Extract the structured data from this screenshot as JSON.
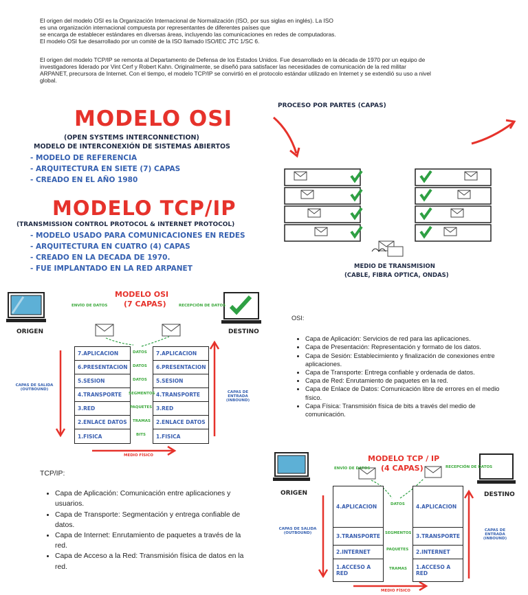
{
  "intro": {
    "p1": [
      "El origen del modelo OSI es la Organización Internacional  de Normalización (ISO, por sus siglas en inglés). La ISO",
      "es una organización internacional compuesta por representantes de diferentes países que",
      "se encarga de establecer estándares  en diversas áreas, incluyendo  las comunicaciones  en redes de computadoras.",
      "El modelo OSI fue desarrollado por un comité de la ISO llamado ISO/IEC  JTC 1/SC 6."
    ],
    "p2": [
      "El origen del modelo TCP/IP se remonta al Departamento de Defensa de los Estados Unidos. Fue desarrollado en la década de 1970 por un equipo de",
      "investigadores liderado por Vint Cerf y Robert Kahn. Originalmente, se diseñó para satisfacer las necesidades de comunicación de la red militar",
      "ARPANET, precursora de Internet.  Con el tiempo, el modelo TCP/IP se convirtió en el protocolo estándar utilizado en Internet y se extendió su uso a nivel",
      "global."
    ]
  },
  "models_panel": {
    "osi_title": "MODELO OSI",
    "osi_sub1": "(OPEN SYSTEMS INTERCONNECTION)",
    "osi_sub2": "MODELO DE INTERCONEXIÓN DE SISTEMAS ABIERTOS",
    "osi_items": [
      "- MODELO DE REFERENCIA",
      "- ARQUITECTURA EN SIETE (7) CAPAS",
      "- CREADO EN EL AÑO 1980"
    ],
    "tcp_title": "MODELO TCP/IP",
    "tcp_sub": "(TRANSMISSION CONTROL PROTOCOL & INTERNET PROTOCOL)",
    "tcp_items": [
      "- MODELO USADO PARA COMUNICACIONES EN REDES",
      "- ARQUITECTURA EN CUATRO (4) CAPAS",
      "- CREADO EN LA DECADA DE 1970.",
      "- FUE IMPLANTADO EN LA RED ARPANET"
    ]
  },
  "process_panel": {
    "title": "PROCESO POR PARTES (CAPAS)",
    "medium_line1": "MEDIO DE TRANSMISION",
    "medium_line2": "(CABLE, FIBRA OPTICA, ONDAS)"
  },
  "osi_diagram": {
    "title_line1": "MODELO OSI",
    "title_line2": "(7 CAPAS)",
    "origin": "ORIGEN",
    "destination": "DESTINO",
    "send_data": "ENVÍO DE DATOS",
    "receive_data": "RECEPCIÓN DE DATOS",
    "out_label": "CAPAS DE SALIDA (OUTBOUND)",
    "in_label": "CAPAS DE ENTRADA (INBOUND)",
    "medium": "MEDIO FÍSICO",
    "layers": [
      "7.APLICACION",
      "6.PRESENTACION",
      "5.SESION",
      "4.TRANSPORTE",
      "3.RED",
      "2.ENLACE DATOS",
      "1.FISICA"
    ],
    "units": [
      "DATOS",
      "DATOS",
      "DATOS",
      "SEGMENTOS",
      "PAQUETES",
      "TRAMAS",
      "BITS"
    ]
  },
  "osi_list": {
    "heading": "OSI:",
    "items": [
      "Capa de Aplicación: Servicios de red para las aplicaciones.",
      "Capa de Presentación: Representación y formato de los datos.",
      "Capa de Sesión: Establecimiento y finalización de conexiones entre aplicaciones.",
      "Capa de Transporte: Entrega confiable y ordenada de datos.",
      "Capa de Red: Enrutamiento de paquetes en la red.",
      "Capa de Enlace de Datos: Comunicación libre de errores en el medio físico.",
      "Capa Física: Transmisión física de bits a través del medio de comunicación."
    ]
  },
  "tcp_list": {
    "heading": "TCP/IP:",
    "items": [
      "Capa de Aplicación: Comunicación entre aplicaciones y usuarios.",
      "Capa de Transporte: Segmentación y entrega confiable de datos.",
      "Capa de Internet: Enrutamiento de paquetes a través de la red.",
      "Capa de Acceso a la Red: Transmisión física de datos en la red."
    ]
  },
  "tcp_diagram": {
    "title_line1": "MODELO TCP / IP",
    "title_line2": "(4 CAPAS)",
    "origin": "ORIGEN",
    "destination": "DESTINO",
    "send_data": "ENVÍO DE DATOS",
    "receive_data": "RECEPCIÓN DE DATOS",
    "out_label": "CAPAS DE SALIDA (OUTBOUND)",
    "in_label": "CAPAS DE ENTRADA (INBOUND)",
    "medium": "MEDIO FÍSICO",
    "layers": [
      "4.APLICACION",
      "3.TRANSPORTE",
      "2.INTERNET",
      "1.ACCESO A RED"
    ],
    "units": [
      "DATOS",
      "SEGMENTOS",
      "PAQUETES",
      "TRAMAS"
    ]
  },
  "colors": {
    "red": "#e6322b",
    "blue": "#3560b0",
    "green": "#2ea043"
  }
}
